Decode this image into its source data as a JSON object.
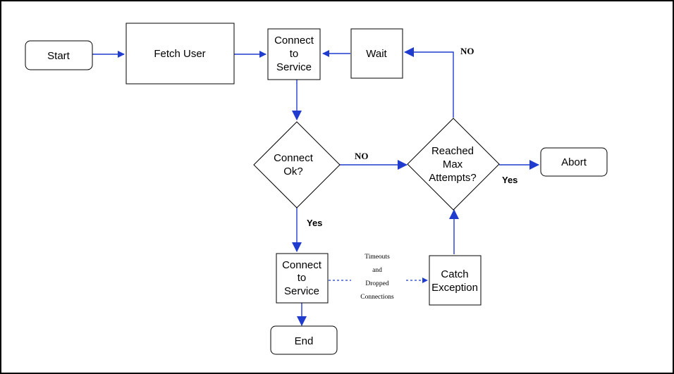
{
  "nodes": {
    "start": "Start",
    "fetch_user": "Fetch User",
    "connect_top": [
      "Connect",
      "to",
      "Service"
    ],
    "wait": "Wait",
    "connect_ok": [
      "Connect",
      "Ok?"
    ],
    "reached_max": [
      "Reached",
      "Max",
      "Attempts?"
    ],
    "abort": "Abort",
    "connect_bottom": [
      "Connect",
      "to",
      "Service"
    ],
    "catch": [
      "Catch",
      "Exception"
    ],
    "end": "End"
  },
  "edge_labels": {
    "no_top": "NO",
    "no_mid": "NO",
    "yes_right": "Yes",
    "yes_down": "Yes",
    "timeouts": [
      "Timeouts",
      "and",
      "Dropped",
      "Connections"
    ]
  },
  "colors": {
    "edge": "#1f3ccf",
    "stroke": "#000000"
  }
}
